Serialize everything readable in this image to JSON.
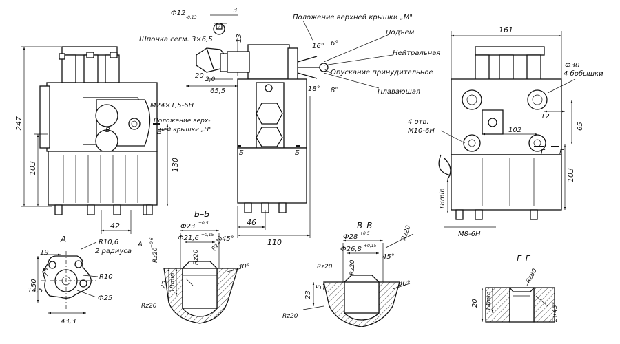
{
  "dims": {
    "d161": "161",
    "d247": "247",
    "d103_left": "103",
    "d130": "130",
    "d42": "42",
    "d46": "46",
    "d110": "110",
    "d65_5": "65,5",
    "d20_2": "20",
    "d2_0": "2,0",
    "d13": "13",
    "d3": "3",
    "phi12": "Ф12",
    "phi12_tol": "-0,13",
    "d16deg": "16°",
    "d6deg": "6°",
    "d18deg": "18°",
    "d8deg": "8°",
    "phi30": "Ф30",
    "bosses4": "4 бобышки",
    "d12": "12",
    "d102": "102",
    "d65_right": "65",
    "d103_right": "103",
    "holes4": "4 отв.",
    "m10": "М10-6Н",
    "d18min": "18min",
    "m8": "М8-6Н",
    "m24": "М24×1,5-6Н"
  },
  "notes": {
    "key": "Шпонка сегм. 3×6,5",
    "cover_m": "Положение верхней крышки „М\"",
    "cover_h_line1": "Положение верх-",
    "cover_h_line2": "ней крышки „Н\"",
    "lift": "Подъем",
    "neutral": "Нейтральная",
    "forced_lower": "Опускание принудительное",
    "floating": "Плавающая"
  },
  "section_marks": {
    "b": "Б",
    "v": "В",
    "a": "А",
    "g": "Г"
  },
  "detail_a": {
    "title": "А",
    "d19": "19",
    "r10_6": "R10,6",
    "radii2": "2 радиуса",
    "d25": "25",
    "d50": "50",
    "d14_5": "14,5",
    "r10": "R10",
    "phi25": "Ф25",
    "d43_3": "43,3"
  },
  "section_bb": {
    "title": "Б–Б",
    "phi23": "Ф23",
    "phi23_tol": "+0,5",
    "phi21_6": "Ф21,6",
    "phi21_6_tol": "+0,15",
    "d0_6": "+0,6",
    "rz20": "Rz20",
    "d45deg": "45°",
    "d30deg": "30°",
    "d25": "25",
    "d18min": "18min"
  },
  "section_vv": {
    "title": "В–В",
    "phi28": "Ф28",
    "phi28_tol": "+0,5",
    "phi26_8": "Ф26,8",
    "phi26_8_tol": "+0,15",
    "rz20": "Rz20",
    "d45deg": "45°",
    "d30deg": "30°",
    "d23": "23",
    "d5": "5"
  },
  "section_gg": {
    "title": "Г–Г",
    "rz80": "Rz80",
    "d20": "20",
    "d14min": "14min",
    "chamfer": "2×45°"
  }
}
